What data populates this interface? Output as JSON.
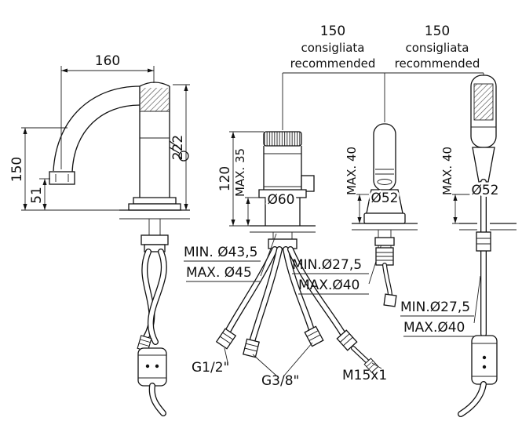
{
  "faucet": {
    "spout_reach": "160",
    "total_height": "222",
    "spout_height": "150",
    "outlet_height": "51"
  },
  "mixer": {
    "body_height": "120",
    "deck_thickness": "MAX. 35",
    "base_diameter": "Ø60",
    "hole_min": "MIN. Ø43,5",
    "hole_max": "MAX. Ø45"
  },
  "holder": {
    "deck_thickness": "MAX. 40",
    "diameter": "Ø52",
    "hole_min": "MIN.Ø27,5",
    "hole_max": "MAX.Ø40"
  },
  "handshower": {
    "deck_thickness": "MAX. 40",
    "diameter": "Ø52",
    "hole_min": "MIN.Ø27,5",
    "hole_max": "MAX.Ø40"
  },
  "spacing_left": {
    "value": "150",
    "note_line1": "consigliata",
    "note_line2": "recommended"
  },
  "spacing_right": {
    "value": "150",
    "note_line1": "consigliata",
    "note_line2": "recommended"
  },
  "connections": {
    "hot_cold": "G1/2\"",
    "supply": "G3/8\"",
    "hose_thread": "M15x1"
  }
}
